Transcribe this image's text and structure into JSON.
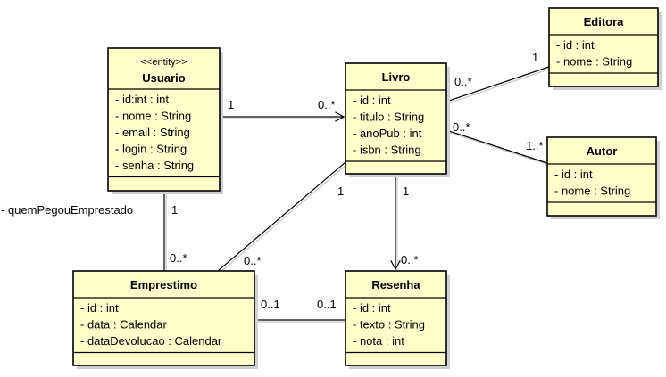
{
  "colors": {
    "class_fill": "#ffffcc",
    "line": "#000000",
    "shadow": "#d0d0d0"
  },
  "classes": [
    {
      "key": "usuario",
      "name": "Usuario",
      "stereotype": "<<entity>>",
      "attributes": [
        "- id:int : int",
        "- nome : String",
        "- email : String",
        "- login : String",
        "- senha : String"
      ]
    },
    {
      "key": "livro",
      "name": "Livro",
      "attributes": [
        "- id : int",
        "- titulo : String",
        "- anoPub : int",
        "- isbn : String"
      ]
    },
    {
      "key": "editora",
      "name": "Editora",
      "attributes": [
        "- id : int",
        "- nome : String"
      ]
    },
    {
      "key": "autor",
      "name": "Autor",
      "attributes": [
        "- id : int",
        "- nome : String"
      ]
    },
    {
      "key": "emprestimo",
      "name": "Emprestimo",
      "attributes": [
        "- id : int",
        "- data : Calendar",
        "- dataDevolucao : Calendar"
      ]
    },
    {
      "key": "resenha",
      "name": "Resenha",
      "attributes": [
        "- id : int",
        "- texto : String",
        "- nota : int"
      ]
    }
  ],
  "associations": [
    {
      "key": "usuario-livro",
      "from": "usuario",
      "to": "livro",
      "from_mult": "1",
      "to_mult": "0..*",
      "navigable": true
    },
    {
      "key": "livro-editora",
      "from": "livro",
      "to": "editora",
      "from_mult": "0..*",
      "to_mult": "1"
    },
    {
      "key": "livro-autor",
      "from": "livro",
      "to": "autor",
      "from_mult": "0..*",
      "to_mult": "1..*"
    },
    {
      "key": "livro-resenha",
      "from": "livro",
      "to": "resenha",
      "from_mult": "1",
      "to_mult": "0..*",
      "navigable": true
    },
    {
      "key": "livro-emprestimo",
      "from": "livro",
      "to": "emprestimo",
      "from_mult": "1",
      "to_mult": "0..*"
    },
    {
      "key": "usuario-emprestimo",
      "from": "usuario",
      "to": "emprestimo",
      "from_mult": "1",
      "to_mult": "0..*",
      "role": "- quemPegouEmprestado"
    },
    {
      "key": "emprestimo-resenha",
      "from": "emprestimo",
      "to": "resenha",
      "from_mult": "0..1",
      "to_mult": "0..1"
    }
  ]
}
